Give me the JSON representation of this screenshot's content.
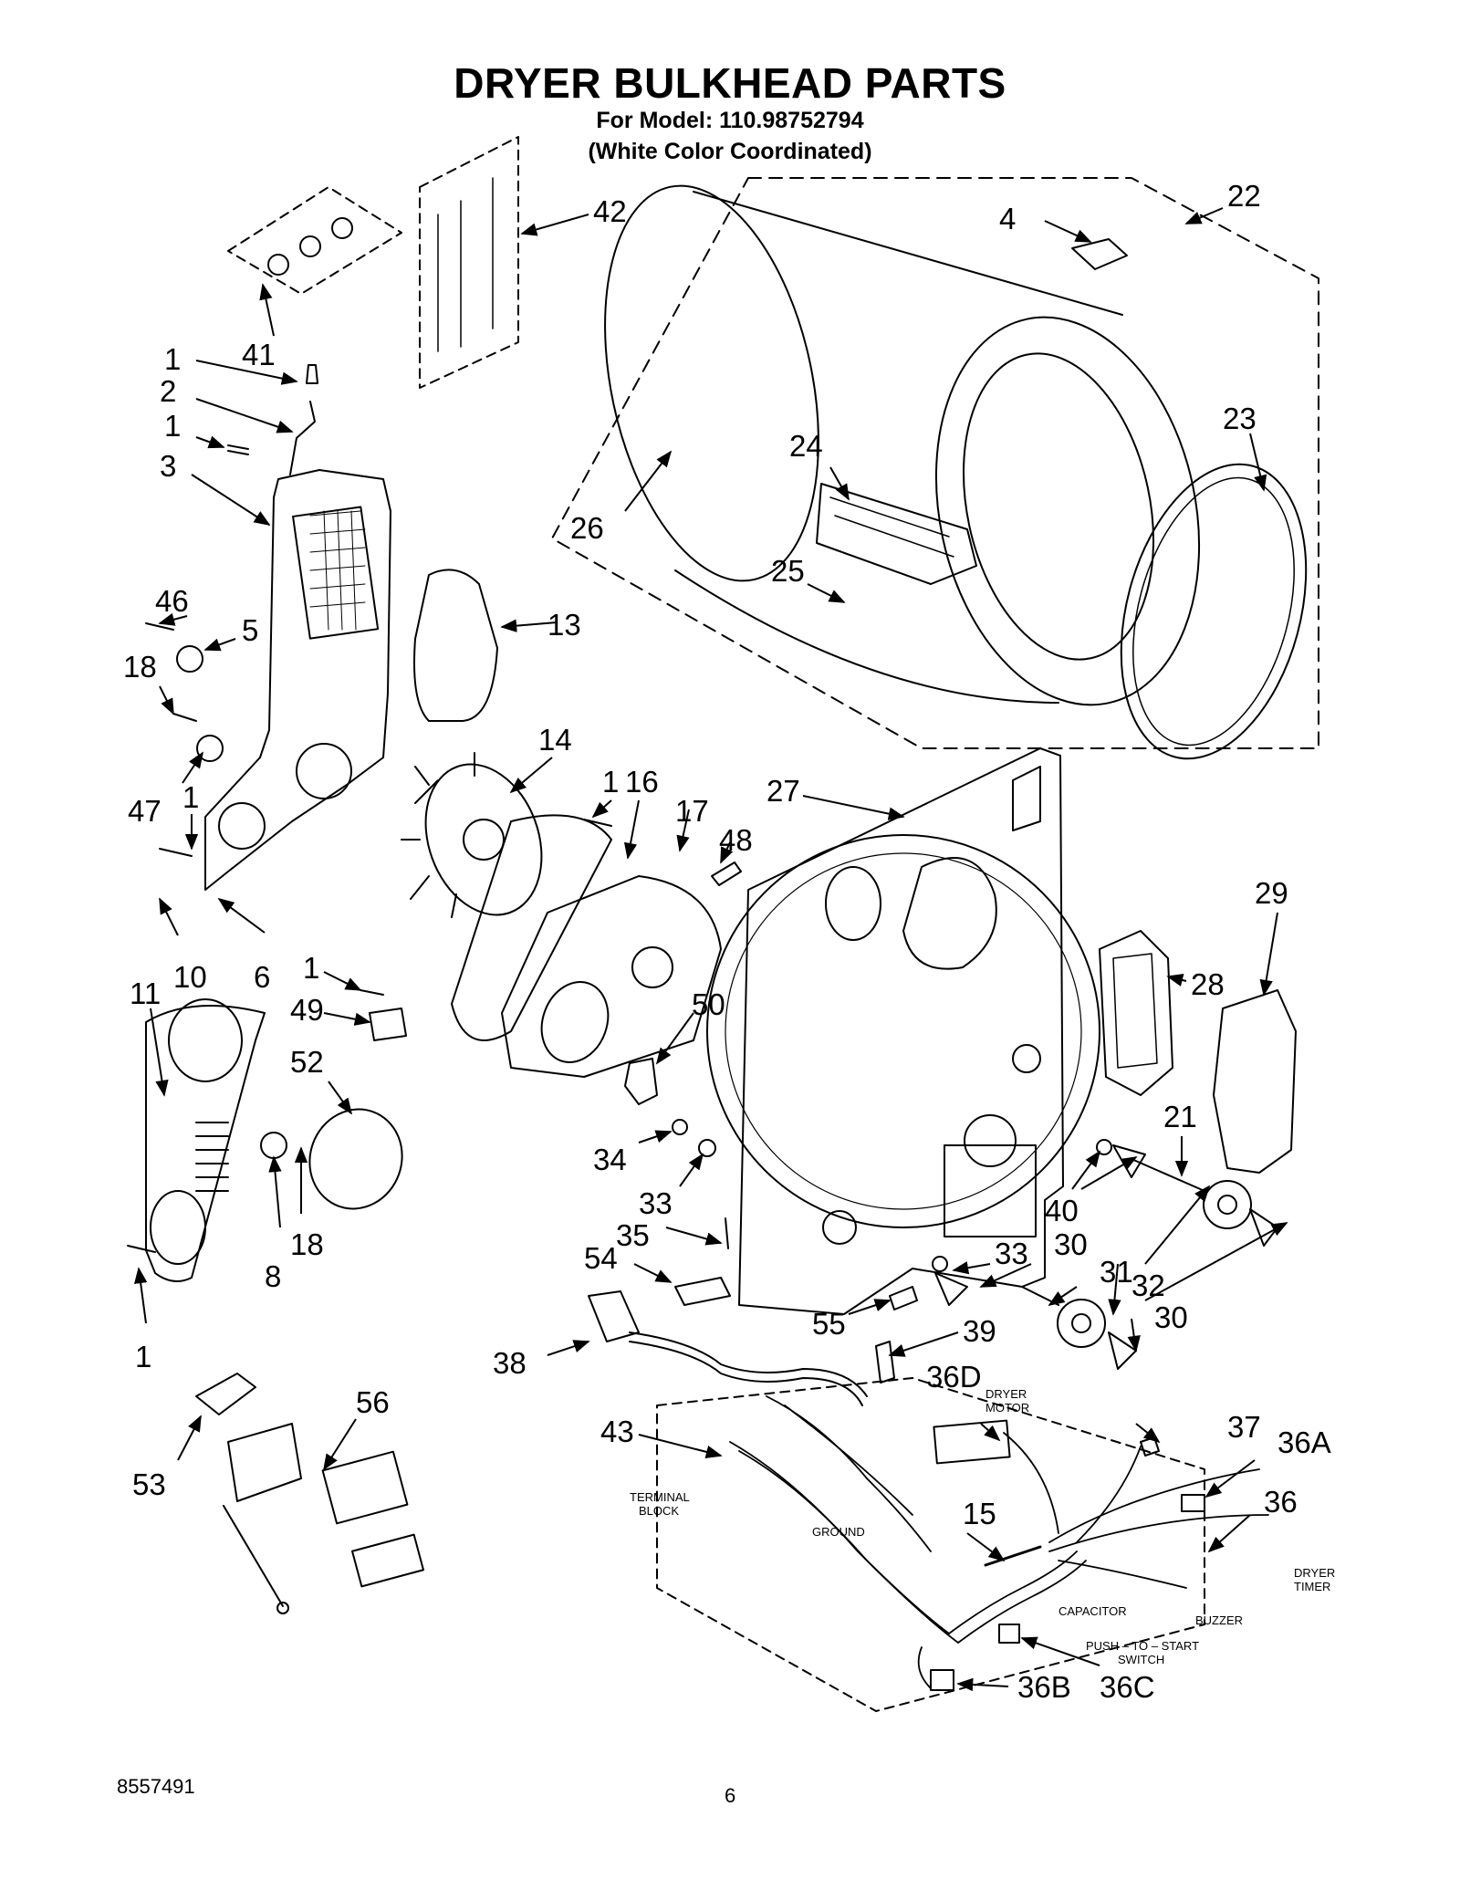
{
  "header": {
    "title": "DRYER BULKHEAD PARTS",
    "model_line": "For Model: 110.98752794",
    "color_line": "(White Color Coordinated)"
  },
  "footer": {
    "doc_number": "8557491",
    "page_number": "6"
  },
  "callouts": {
    "c1": "1",
    "c2": "2",
    "c3": "3",
    "c4": "4",
    "c5": "5",
    "c6": "6",
    "c8": "8",
    "c10": "10",
    "c11": "11",
    "c13": "13",
    "c14": "14",
    "c15": "15",
    "c16": "16",
    "c17": "17",
    "c18": "18",
    "c21": "21",
    "c22": "22",
    "c23": "23",
    "c24": "24",
    "c25": "25",
    "c26": "26",
    "c27": "27",
    "c28": "28",
    "c29": "29",
    "c30": "30",
    "c31": "31",
    "c32": "32",
    "c33": "33",
    "c34": "34",
    "c35": "35",
    "c36": "36",
    "c36a": "36A",
    "c36b": "36B",
    "c36c": "36C",
    "c36d": "36D",
    "c37": "37",
    "c38": "38",
    "c39": "39",
    "c40": "40",
    "c41": "41",
    "c42": "42",
    "c43": "43",
    "c46": "46",
    "c47": "47",
    "c48": "48",
    "c49": "49",
    "c50": "50",
    "c52": "52",
    "c53": "53",
    "c54": "54",
    "c55": "55",
    "c56": "56"
  },
  "component_labels": {
    "dryer_motor_line1": "DRYER",
    "dryer_motor_line2": "MOTOR",
    "terminal_block_line1": "TERMINAL",
    "terminal_block_line2": "BLOCK",
    "ground": "GROUND",
    "capacitor": "CAPACITOR",
    "buzzer": "BUZZER",
    "dryer_timer_line1": "DRYER",
    "dryer_timer_line2": "TIMER",
    "push_to_start_line1": "PUSH – TO – START",
    "push_to_start_line2": "SWITCH"
  }
}
